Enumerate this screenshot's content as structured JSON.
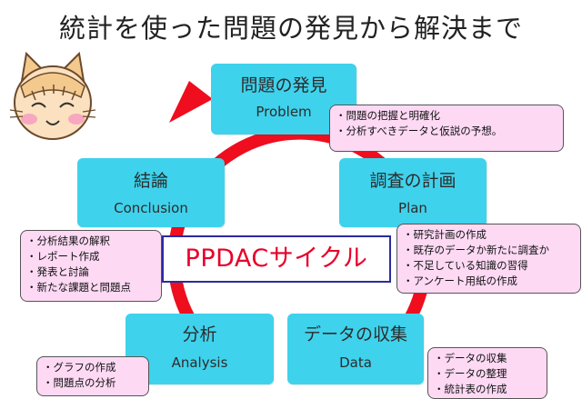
{
  "title": "統計を使った問題の発見から解決まで",
  "center_label": "PPDACサイクル",
  "colors": {
    "stage_fill": "#3fd2ec",
    "note_fill": "#fdd9f4",
    "cycle_arrow": "#ee0e1e",
    "center_text": "#e8002a",
    "center_border": "#2b2b9e"
  },
  "stages": {
    "problem": {
      "jp": "問題の発見",
      "en": "Problem",
      "notes": [
        "問題の把握と明確化",
        "分析すべきデータと仮説の予想。"
      ]
    },
    "plan": {
      "jp": "調査の計画",
      "en": "Plan",
      "notes": [
        "研究計画の作成",
        "既存のデータか新たに調査か",
        "不足している知識の習得",
        "アンケート用紙の作成"
      ]
    },
    "data": {
      "jp": "データの収集",
      "en": "Data",
      "notes": [
        "データの収集",
        "データの整理",
        "統計表の作成"
      ]
    },
    "analysis": {
      "jp": "分析",
      "en": "Analysis",
      "notes": [
        "グラフの作成",
        "問題点の分析"
      ]
    },
    "conclusion": {
      "jp": "結論",
      "en": "Conclusion",
      "notes": [
        "分析結果の解釈",
        "レポート作成",
        "発表と討論",
        "新たな課題と問題点"
      ]
    }
  }
}
